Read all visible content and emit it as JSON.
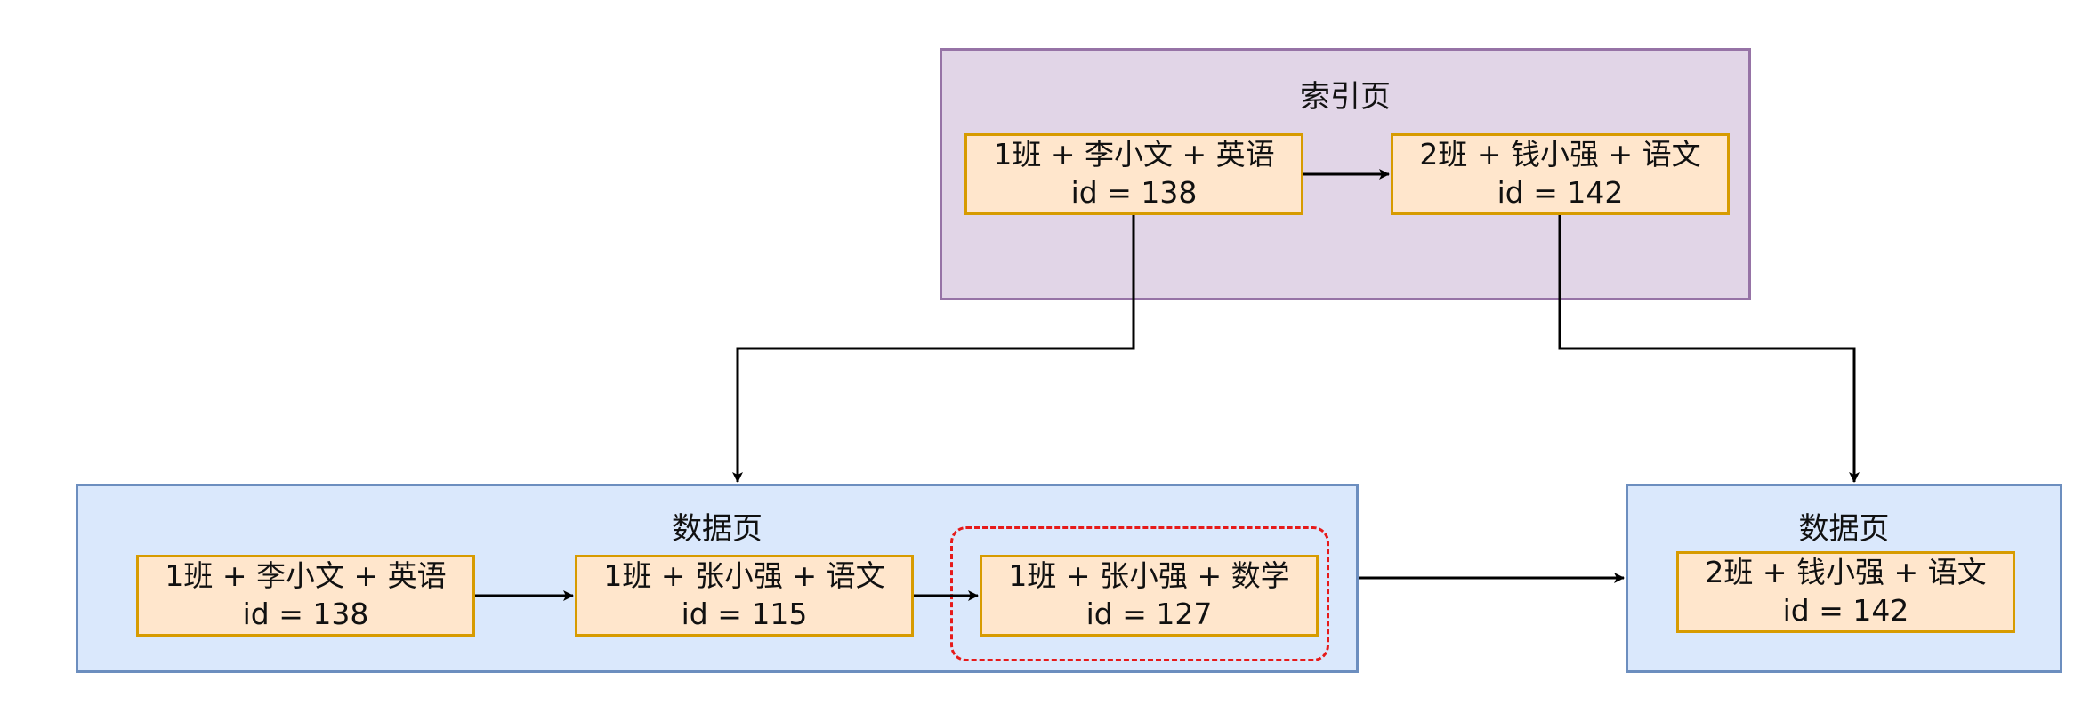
{
  "index_page": {
    "title": "索引页",
    "records": [
      {
        "key": "1班 + 李小文 + 英语",
        "id": "id = 138"
      },
      {
        "key": "2班 + 钱小强 + 语文",
        "id": "id = 142"
      }
    ]
  },
  "data_page_1": {
    "title": "数据页",
    "records": [
      {
        "key": "1班 + 李小文 + 英语",
        "id": "id = 138"
      },
      {
        "key": "1班 + 张小强 + 语文",
        "id": "id = 115"
      },
      {
        "key": "1班 + 张小强 + 数学",
        "id": "id = 127"
      }
    ]
  },
  "data_page_2": {
    "title": "数据页",
    "records": [
      {
        "key": "2班 + 钱小强 + 语文",
        "id": "id = 142"
      }
    ]
  },
  "colors": {
    "index_page_fill": "#e1d5e7",
    "index_page_border": "#9673a6",
    "data_page_fill": "#dae8fc",
    "data_page_border": "#6c8ebf",
    "record_fill": "#ffe6cc",
    "record_border": "#d79b00",
    "highlight_border": "#e61a1a"
  }
}
